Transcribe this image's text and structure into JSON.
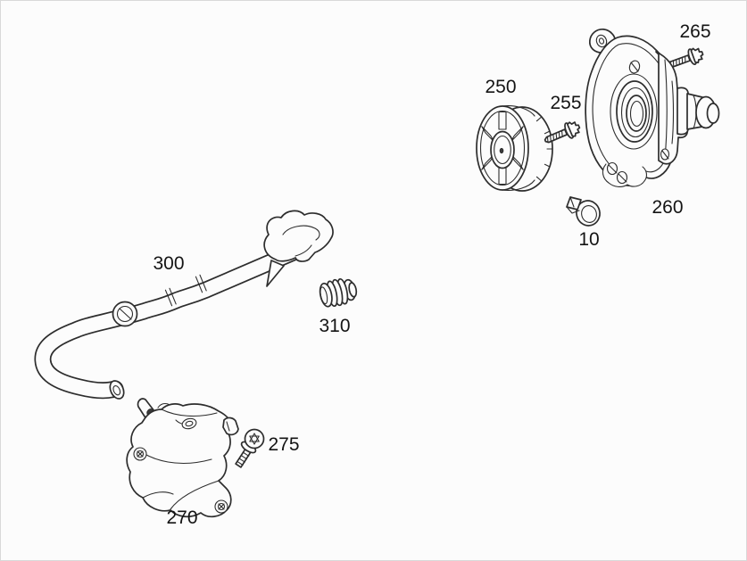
{
  "diagram": {
    "type": "exploded-parts-diagram",
    "callouts": [
      {
        "ref": "265"
      },
      {
        "ref": "250"
      },
      {
        "ref": "255"
      },
      {
        "ref": "260"
      },
      {
        "ref": "10"
      },
      {
        "ref": "300"
      },
      {
        "ref": "310"
      },
      {
        "ref": "275"
      },
      {
        "ref": "270"
      }
    ]
  },
  "colors": {
    "background": "#fcfcfc",
    "line": "#2d2d2d",
    "label_text": "#141414",
    "border": "#d9d9d9"
  }
}
